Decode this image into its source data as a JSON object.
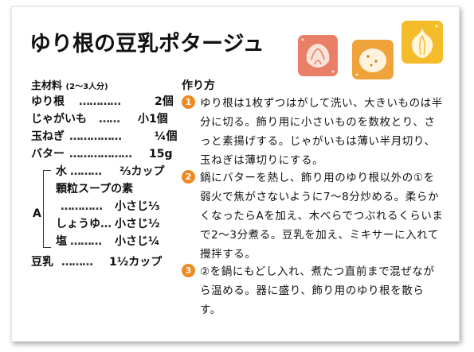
{
  "title": "ゆり根の豆乳ポタージュ",
  "stamps": [
    {
      "icon": "lily-bulb-stamp-icon",
      "color": "#ea7f67"
    },
    {
      "icon": "potato-stamp-icon",
      "color": "#f0a23b"
    },
    {
      "icon": "onion-stamp-icon",
      "color": "#f5bc2a"
    }
  ],
  "ingredients": {
    "heading": "主材料",
    "servings": "(2〜3人分)",
    "items": [
      {
        "name": "ゆり根",
        "dots": "…………",
        "amount": "2個"
      },
      {
        "name": "じゃがいも",
        "dots": "……",
        "amount": "小1個"
      },
      {
        "name": "玉ねぎ",
        "dots": "……………",
        "amount": "¼個"
      },
      {
        "name": "バター",
        "dots": "………………",
        "amount": "15g"
      }
    ],
    "group_label": "A",
    "group_items": [
      {
        "name": "水",
        "dots": "………",
        "amount": "⅔カップ"
      },
      {
        "name": "顆粒スープの素",
        "dots": "",
        "amount": ""
      },
      {
        "name": "",
        "dots": "…………",
        "amount": "小さじ⅓"
      },
      {
        "name": "しょうゆ",
        "dots": "…",
        "amount": "小さじ½"
      },
      {
        "name": "塩",
        "dots": "………",
        "amount": "小さじ¼"
      }
    ],
    "last": {
      "name": "豆乳",
      "dots": "………",
      "amount": "1½カップ"
    }
  },
  "steps": {
    "heading": "作り方",
    "accent": "#ed8a24",
    "items": [
      {
        "num": "1",
        "text": "ゆり根は1枚ずつはがして洗い、大きいものは半分に切る。飾り用に小さいものを数枚とり、さっと素揚げする。じゃがいもは薄い半月切り、玉ねぎは薄切りにする。"
      },
      {
        "num": "2",
        "text": "鍋にバターを熱し、飾り用のゆり根以外の①を弱火で焦がさないように7〜8分炒める。柔らかくなったらAを加え、木べらでつぶれるくらいまで2〜3分煮る。豆乳を加え、ミキサーに入れて攪拌する。"
      },
      {
        "num": "3",
        "text": "②を鍋にもどし入れ、煮たつ直前まで混ぜながら温める。器に盛り、飾り用のゆり根を散らす。"
      }
    ]
  }
}
